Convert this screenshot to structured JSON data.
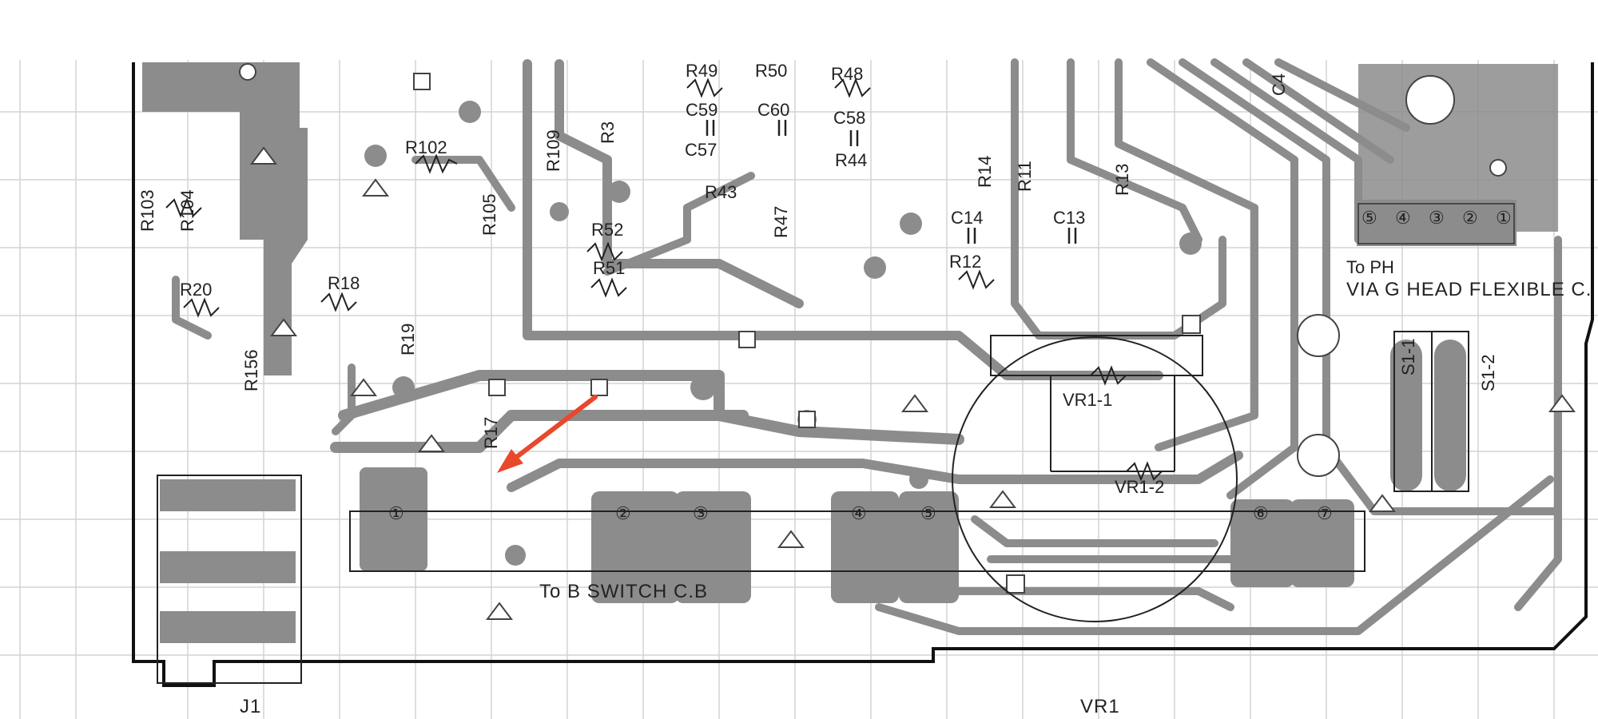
{
  "resistors": [
    "R49",
    "R50",
    "R48",
    "R102",
    "R3",
    "R109",
    "R105",
    "R44",
    "R103",
    "R104",
    "R43",
    "R47",
    "R52",
    "R51",
    "R14",
    "R11",
    "R13",
    "R12",
    "R20",
    "R18",
    "R19",
    "R156",
    "R17"
  ],
  "capacitors": [
    "C59",
    "C60",
    "C58",
    "C57",
    "C4",
    "C14",
    "C13"
  ],
  "notes": {
    "switch_cb": "To  B  SWITCH  C.B",
    "head_flex_line1": "To  PH",
    "head_flex_line2": "VIA G HEAD FLEXIBLE C.",
    "vr1_1": "VR1-1",
    "vr1_2": "VR1-2",
    "s1_1": "S1-1",
    "s1_2": "S1-2"
  },
  "connector_pins": [
    "①",
    "②",
    "③",
    "④",
    "⑤",
    "⑥",
    "⑦"
  ],
  "head_pins": [
    "⑤",
    "④",
    "③",
    "②",
    "①"
  ],
  "bottom_labels": {
    "j1": "J1",
    "vr1": "VR1"
  },
  "colors": {
    "copper": "#8c8c8c",
    "ink": "#222222",
    "arrow": "#e8482c",
    "grid": "#cfcfcf"
  }
}
